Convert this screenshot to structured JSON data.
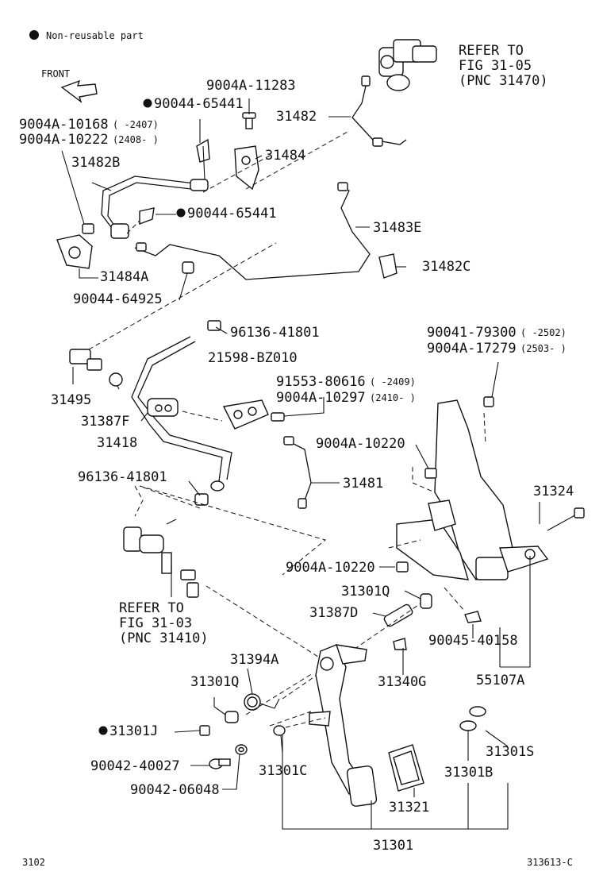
{
  "legend": {
    "bullet": "●",
    "text": "Non-reusable part"
  },
  "front_label": "FRONT",
  "labels": {
    "p_9004A_11283": "9004A-11283",
    "p_90044_65441_a": "90044-65441",
    "p_9004A_10168": "9004A-10168",
    "p_9004A_10168_range": "(    -2407)",
    "p_9004A_10222": "9004A-10222",
    "p_9004A_10222_range": "(2408-    )",
    "p_31482B": "31482B",
    "p_31482": "31482",
    "p_31484": "31484",
    "p_90044_65441_b": "90044-65441",
    "p_31483E": "31483E",
    "p_31482C": "31482C",
    "p_31484A": "31484A",
    "p_90044_64925": "90044-64925",
    "p_96136_41801_a": "96136-41801",
    "p_21598_BZ010": "21598-BZ010",
    "p_90041_79300": "90041-79300",
    "p_90041_79300_range": "(     -2502)",
    "p_9004A_17279": "9004A-17279",
    "p_9004A_17279_range": "(2503-    )",
    "p_91553_80616": "91553-80616",
    "p_91553_80616_range": "(     -2409)",
    "p_9004A_10297": "9004A-10297",
    "p_9004A_10297_range": "(2410-    )",
    "p_31495": "31495",
    "p_31387F": "31387F",
    "p_31418": "31418",
    "p_9004A_10220_a": "9004A-10220",
    "p_96136_41801_b": "96136-41801",
    "p_31481": "31481",
    "p_31324": "31324",
    "p_9004A_10220_b": "9004A-10220",
    "p_31301Q_a": "31301Q",
    "p_31387D": "31387D",
    "p_90045_40158": "90045-40158",
    "p_55107A": "55107A",
    "p_31394A": "31394A",
    "p_31340G": "31340G",
    "p_31301Q_b": "31301Q",
    "p_31301J": "31301J",
    "p_31301S": "31301S",
    "p_90042_40027": "90042-40027",
    "p_31301C": "31301C",
    "p_31301B": "31301B",
    "p_90042_06048": "90042-06048",
    "p_31321": "31321",
    "p_31301": "31301"
  },
  "refer_top": {
    "line1": "REFER TO",
    "line2": "FIG 31-05",
    "line3": "(PNC 31470)"
  },
  "refer_mid": {
    "line1": "REFER TO",
    "line2": "FIG 31-03",
    "line3": "(PNC 31410)"
  },
  "footer": {
    "left": "3102",
    "right": "313613-C"
  }
}
